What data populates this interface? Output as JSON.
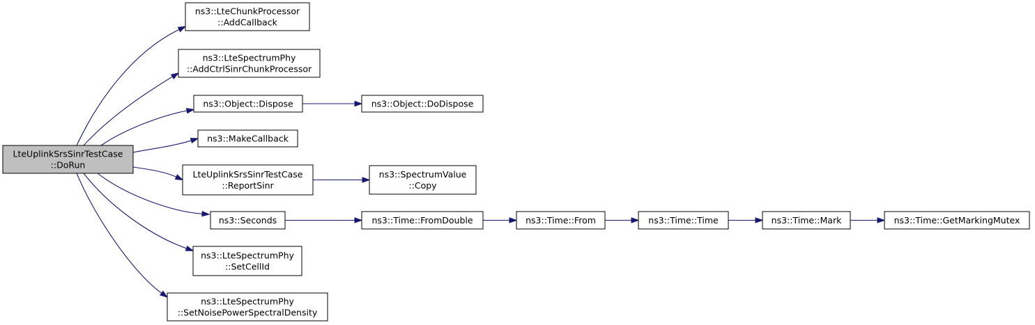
{
  "colors": {
    "root_fill": "#bfbfbf",
    "node_fill": "#ffffff",
    "border": "#000000",
    "edge": "#191970"
  },
  "nodes": [
    {
      "id": "root",
      "lines": [
        "LteUplinkSrsSinrTestCase",
        "::DoRun"
      ],
      "root": true
    },
    {
      "id": "add-callback",
      "lines": [
        "ns3::LteChunkProcessor",
        "::AddCallback"
      ]
    },
    {
      "id": "add-ctrl-sinr",
      "lines": [
        "ns3::LteSpectrumPhy",
        "::AddCtrlSinrChunkProcessor"
      ]
    },
    {
      "id": "dispose",
      "lines": [
        "ns3::Object::Dispose"
      ]
    },
    {
      "id": "do-dispose",
      "lines": [
        "ns3::Object::DoDispose"
      ]
    },
    {
      "id": "make-callback",
      "lines": [
        "ns3::MakeCallback"
      ]
    },
    {
      "id": "report-sinr",
      "lines": [
        "LteUplinkSrsSinrTestCase",
        "::ReportSinr"
      ]
    },
    {
      "id": "copy",
      "lines": [
        "ns3::SpectrumValue",
        "::Copy"
      ]
    },
    {
      "id": "seconds",
      "lines": [
        "ns3::Seconds"
      ]
    },
    {
      "id": "from-double",
      "lines": [
        "ns3::Time::FromDouble"
      ]
    },
    {
      "id": "from",
      "lines": [
        "ns3::Time::From"
      ]
    },
    {
      "id": "time",
      "lines": [
        "ns3::Time::Time"
      ]
    },
    {
      "id": "mark",
      "lines": [
        "ns3::Time::Mark"
      ]
    },
    {
      "id": "marking-mutex",
      "lines": [
        "ns3::Time::GetMarkingMutex"
      ]
    },
    {
      "id": "set-cell-id",
      "lines": [
        "ns3::LteSpectrumPhy",
        "::SetCellId"
      ]
    },
    {
      "id": "set-noise",
      "lines": [
        "ns3::LteSpectrumPhy",
        "::SetNoisePowerSpectralDensity"
      ]
    }
  ],
  "edges": [
    [
      "root",
      "add-callback"
    ],
    [
      "root",
      "add-ctrl-sinr"
    ],
    [
      "root",
      "dispose"
    ],
    [
      "root",
      "make-callback"
    ],
    [
      "root",
      "report-sinr"
    ],
    [
      "root",
      "seconds"
    ],
    [
      "root",
      "set-cell-id"
    ],
    [
      "root",
      "set-noise"
    ],
    [
      "dispose",
      "do-dispose"
    ],
    [
      "report-sinr",
      "copy"
    ],
    [
      "seconds",
      "from-double"
    ],
    [
      "from-double",
      "from"
    ],
    [
      "from",
      "time"
    ],
    [
      "time",
      "mark"
    ],
    [
      "mark",
      "marking-mutex"
    ]
  ]
}
